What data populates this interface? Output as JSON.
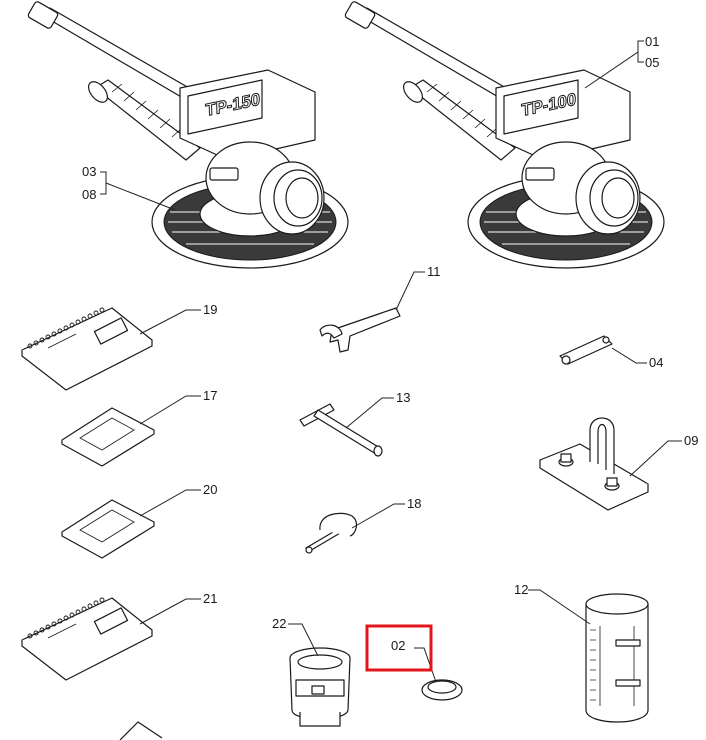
{
  "callouts": {
    "c01": "01",
    "c05": "05",
    "c03": "03",
    "c08": "08",
    "c11": "11",
    "c04": "04",
    "c19": "19",
    "c17": "17",
    "c13": "13",
    "c09": "09",
    "c20": "20",
    "c18": "18",
    "c21": "21",
    "c12": "12",
    "c22": "22",
    "c02": "02"
  },
  "unit_displays": {
    "left": "TP-150",
    "right": "TP-100"
  },
  "highlight": {
    "color": "#e0161b",
    "target": "02"
  }
}
